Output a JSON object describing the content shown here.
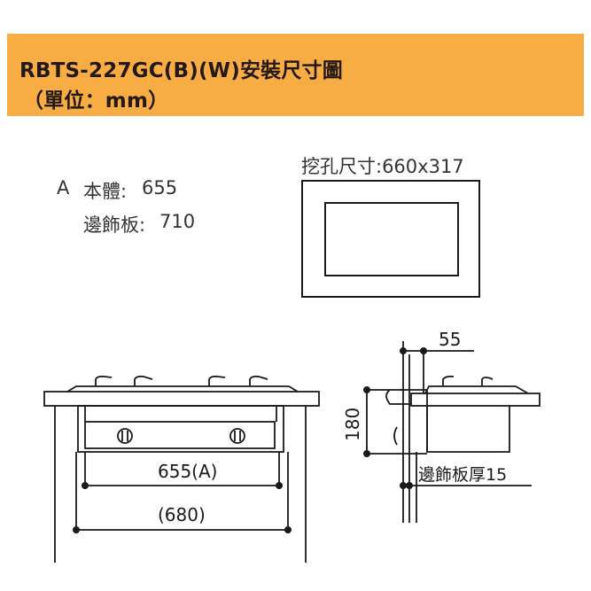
{
  "header": {
    "title": "RBTS-227GC(B)(W)安裝尺寸圖",
    "unit": "（單位：mm）"
  },
  "specs": {
    "letter": "A",
    "body_label": "本體:",
    "body_value": "655",
    "panel_label": "邊飾板:",
    "panel_value": "710"
  },
  "cutout": {
    "label": "挖孔尺寸:660x317"
  },
  "front_view": {
    "width_a_label": "655(A)",
    "width_overall_label": "(680)"
  },
  "side_view": {
    "offset_label": "55",
    "height_label": "180",
    "panel_thickness_label": "邊飾板厚15"
  },
  "colors": {
    "banner": "#f7ad44",
    "line": "#1a1a1a"
  }
}
